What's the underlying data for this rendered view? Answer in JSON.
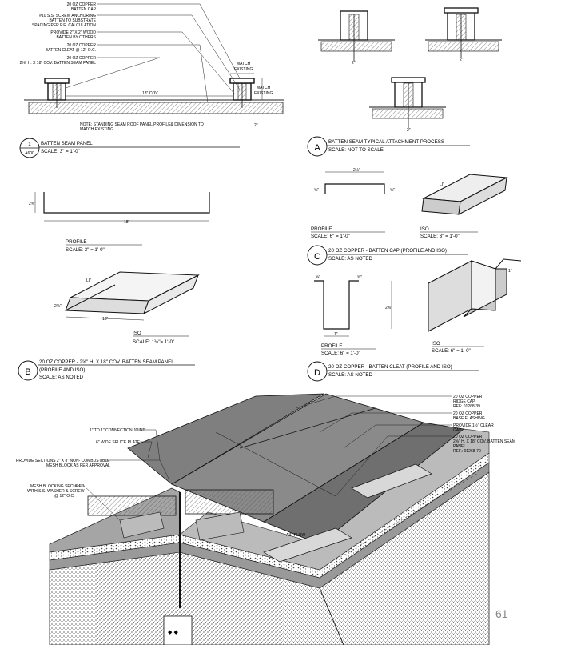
{
  "page_number": "61",
  "detail_1": {
    "callouts": [
      "20 OZ COPPER",
      "BATTEN CAP",
      "#10 S.S. SCREW ANCHORING",
      "BATTEN TO SUBSTRATE",
      "SPACING PER P.E. CALCULATION",
      "PROVIDE 2\" X 2\" WOOD",
      "BATTEN BY OTHERS",
      "20 OZ COPPER",
      "BATTEN CLEAT @ 12\" O.C.",
      "20 OZ COPPER",
      "2⅝\" H. X 18\" COV. BATTEN SEAM PANEL"
    ],
    "match_existing_1": [
      "MATCH",
      "EXISTING"
    ],
    "match_existing_2": [
      "MATCH",
      "EXISTING"
    ],
    "cov_dim": "18\" COV.",
    "note": [
      "NOTE: STANDING SEAM ROOF PANEL PROFILE& DIMENSION  TO",
      "MATCH EXISTING"
    ],
    "bubble_num": "1",
    "bubble_sheet": "A600",
    "title": "BATTEN SEAM PANEL",
    "scale": "SCALE: 3\" = 1'-0\""
  },
  "detail_A": {
    "letter": "A",
    "title": "BATTEN SEAM TYPICAL ATTACHMENT PROCESS",
    "scale": "SCALE: NOT TO SCALE",
    "dims": [
      "2\"",
      "2\"",
      "2\""
    ]
  },
  "detail_B": {
    "letter": "B",
    "title": "20 OZ COPPER - 2⅝\" H. X 18\" COV. BATTEN SEAM PANEL",
    "subtitle": "(PROFILE AND ISO)",
    "scale": "SCALE: AS NOTED",
    "profile_label": "PROFILE",
    "profile_scale": "SCALE: 3\" = 1'-0\"",
    "iso_label": "ISO",
    "iso_scale": "SCALE: 1½\"= 1'-0\"",
    "dims": [
      "2⅝\"",
      "18\"",
      "LI\"",
      "2⅝\"",
      "18\""
    ]
  },
  "detail_C": {
    "letter": "C",
    "title": "20 OZ COPPER - BATTEN CAP  (PROFILE AND ISO)",
    "scale": "SCALE: AS NOTED",
    "profile_label": "PROFILE",
    "profile_scale": "SCALE: 6\" = 1'-0\"",
    "iso_label": "ISO",
    "iso_scale": "SCALE: 3\" = 1'-0\"",
    "dims": [
      "2⅛\"",
      "⅝\"",
      "⅝\"",
      "LI\""
    ]
  },
  "detail_D": {
    "letter": "D",
    "title": "20 OZ COPPER - BATTEN CLEAT  (PROFILE AND ISO)",
    "scale": "SCALE: AS NOTED",
    "profile_label": "PROFILE",
    "profile_scale": "SCALE: 6\" = 1'-0\"",
    "iso_label": "ISO",
    "iso_scale": "SCALE: 6\" = 1'-0\"",
    "dims": [
      "⅝\"",
      "⅝\"",
      "2⅝\"",
      "1\"",
      "1\""
    ]
  },
  "iso_view": {
    "left_callouts": [
      "1\" TO 1\" CONNECTION JOINT",
      "6\" WIDE SPLICE PLATE",
      "PROVIDE SECTIONS 2\" X 8\" NON- COMBUSTIBLE",
      "MESH BLOCK AS PER APPROVAL",
      "MESH BLOCKING SECURED",
      "WITH S.S. WASHER & SCREW",
      "@ 12\" O.C."
    ],
    "right_callouts": [
      "20 OZ COPPER",
      "RIDGE CAP",
      "REF: 01268-39",
      "20 OZ COPPER",
      "BASE FLASHING",
      "PROVIDE 1½\" CLEAR",
      "GAP",
      "20 OZ COPPER",
      "2⅝\" H. X 18\" COV. BATTEN SEAM",
      "PANEL",
      "REF.: 01268-70"
    ],
    "air_flow": "AIR FLOW"
  }
}
